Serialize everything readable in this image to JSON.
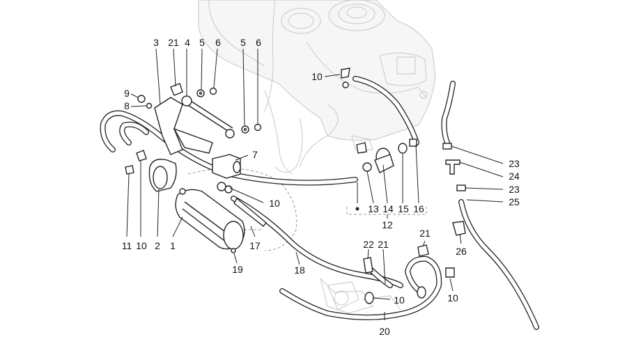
{
  "callouts": {
    "c3": "3",
    "c21a": "21",
    "c4": "4",
    "c5a": "5",
    "c6a": "6",
    "c5b": "5",
    "c6b": "6",
    "c9": "9",
    "c8": "8",
    "c10a": "10",
    "c7": "7",
    "c10b": "10",
    "c13": "13",
    "c14": "14",
    "c15": "15",
    "c16": "16",
    "c12": "12",
    "c23a": "23",
    "c24": "24",
    "c23b": "23",
    "c25": "25",
    "c21b": "21",
    "c26": "26",
    "c22": "22",
    "c21c": "21",
    "c11": "11",
    "c10c": "10",
    "c2": "2",
    "c1": "1",
    "c17": "17",
    "c19": "19",
    "c18": "18",
    "c10d": "10",
    "c10e": "10",
    "c20": "20"
  }
}
